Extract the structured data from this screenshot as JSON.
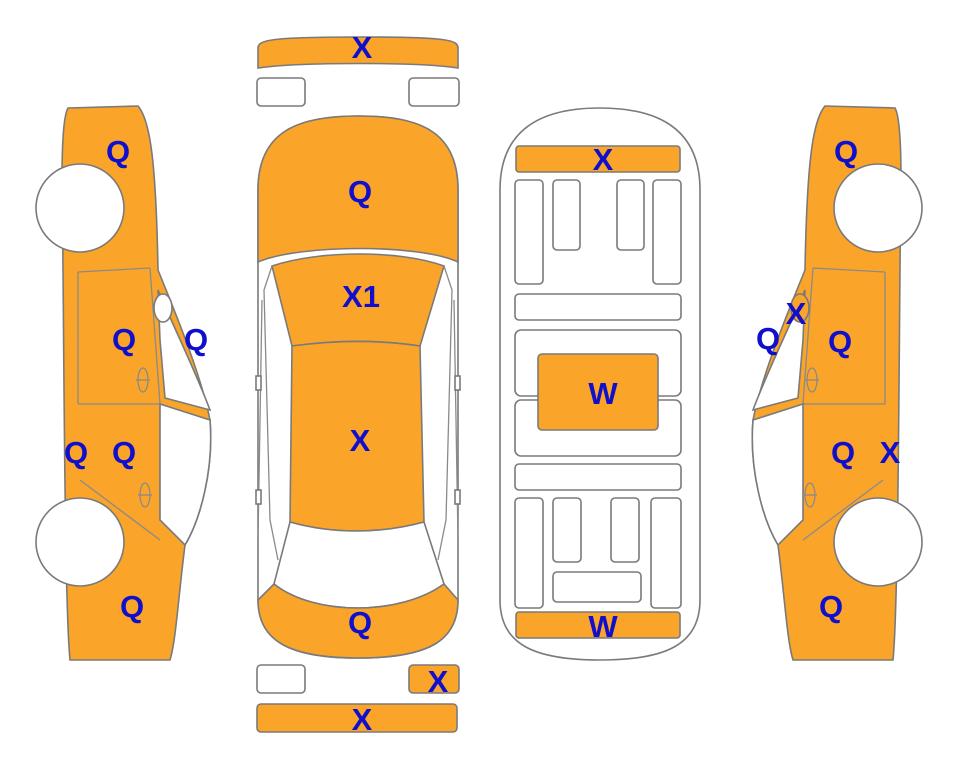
{
  "colors": {
    "damaged_fill": "#FBA42A",
    "undamaged_fill": "#FFFFFF",
    "outline": "#7A7A7A",
    "label": "#1010CC"
  },
  "views": {
    "left_side": {
      "labels": {
        "front_fender": "Q",
        "front_door": "Q",
        "windshield_pillar": "Q",
        "rocker": "Q",
        "rear_door": "Q",
        "rear_quarter": "Q"
      }
    },
    "top": {
      "labels": {
        "front_bumper": "X",
        "hood": "Q",
        "windshield": "X1",
        "roof": "X",
        "trunk": "Q",
        "rear_lamp_right": "X",
        "rear_bumper": "X"
      }
    },
    "underbody": {
      "labels": {
        "front_crossmember": "X",
        "center_floor": "W",
        "rear_crossmember": "W"
      }
    },
    "right_side": {
      "labels": {
        "front_fender": "Q",
        "pillar_a": "X",
        "pillar_b": "Q",
        "front_door": "Q",
        "rear_door": "Q",
        "rocker": "X",
        "rear_quarter": "Q"
      }
    }
  }
}
